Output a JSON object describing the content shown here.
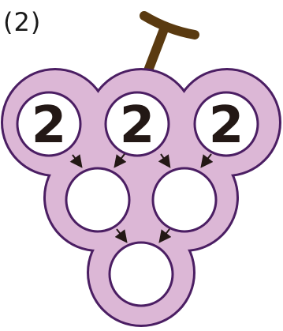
{
  "label": "(2)",
  "colors": {
    "grape_fill": "#dcb7d6",
    "grape_outline": "#4b1e63",
    "stem": "#5a3a10",
    "circle_fill": "#ffffff",
    "text": "#231815"
  },
  "top_numbers": [
    "2",
    "2",
    "2"
  ],
  "middle_values": [
    "",
    ""
  ],
  "bottom_value": ""
}
